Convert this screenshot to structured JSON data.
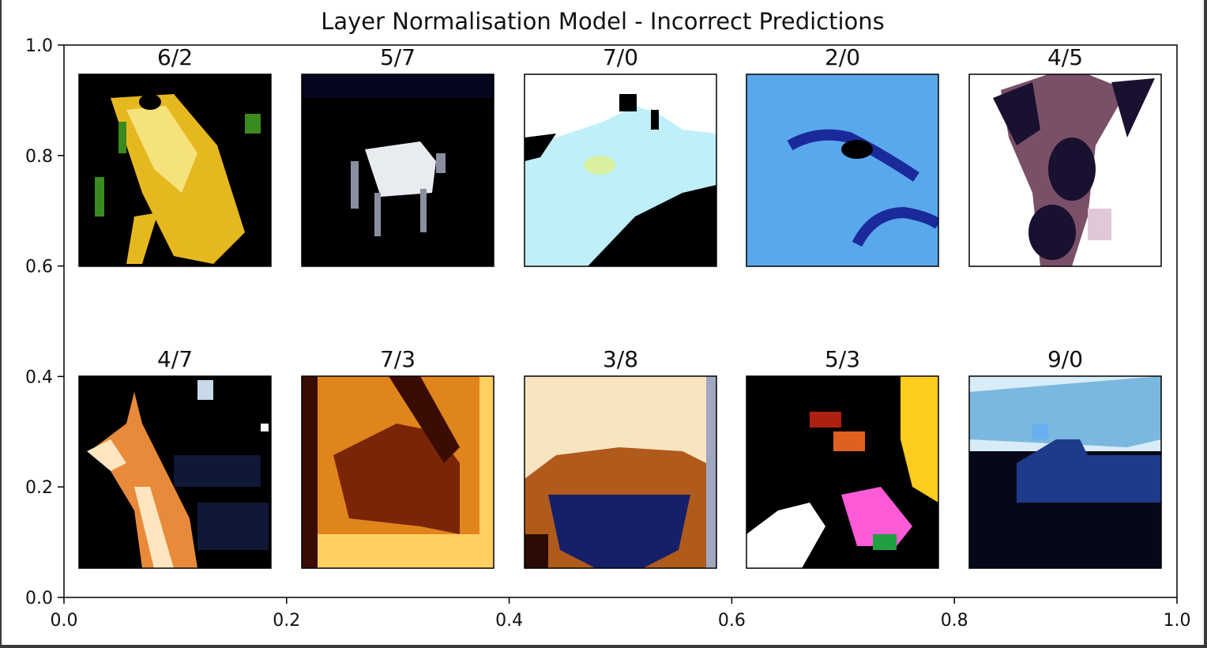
{
  "chart_data": {
    "type": "image-grid",
    "title": "Layer Normalisation Model - Incorrect Predictions",
    "xlim": [
      0.0,
      1.0
    ],
    "ylim": [
      0.0,
      1.0
    ],
    "xticks": [
      "0.0",
      "0.2",
      "0.4",
      "0.6",
      "0.8",
      "1.0"
    ],
    "yticks": [
      "0.0",
      "0.2",
      "0.4",
      "0.6",
      "0.8",
      "1.0"
    ],
    "grid": false,
    "rows": 2,
    "cols": 5,
    "panels": [
      {
        "label": "6/2",
        "scene": "frog",
        "colors": [
          "#000000",
          "#e6b820",
          "#f5e27a",
          "#3a8a1e"
        ]
      },
      {
        "label": "5/7",
        "scene": "horse-small",
        "colors": [
          "#000000",
          "#06061e",
          "#e8ecf0",
          "#8a8fa0"
        ]
      },
      {
        "label": "7/0",
        "scene": "white-horse",
        "colors": [
          "#ffffff",
          "#bfeff8",
          "#000000",
          "#d8f0a0"
        ]
      },
      {
        "label": "2/0",
        "scene": "bird-sky",
        "colors": [
          "#5aa8ec",
          "#1a2a9a",
          "#000000"
        ]
      },
      {
        "label": "4/5",
        "scene": "deer-head",
        "colors": [
          "#ffffff",
          "#1a1030",
          "#7a5068",
          "#e0c8d8"
        ]
      },
      {
        "label": "4/7",
        "scene": "deer",
        "colors": [
          "#000000",
          "#e88a3a",
          "#ffe6c0",
          "#101838"
        ]
      },
      {
        "label": "7/3",
        "scene": "horse-door",
        "colors": [
          "#e0841c",
          "#7a2408",
          "#ffd060",
          "#3a0c04"
        ]
      },
      {
        "label": "3/8",
        "scene": "cat-bowl",
        "colors": [
          "#f8e4c0",
          "#b05a1c",
          "#16206a",
          "#2a0c04"
        ]
      },
      {
        "label": "5/3",
        "scene": "dog-flower",
        "colors": [
          "#000000",
          "#ff5ad8",
          "#ffcc20",
          "#ffffff"
        ]
      },
      {
        "label": "9/0",
        "scene": "truck",
        "colors": [
          "#d8ecf8",
          "#7ab8e0",
          "#06081a",
          "#1e3a8a"
        ]
      }
    ]
  }
}
